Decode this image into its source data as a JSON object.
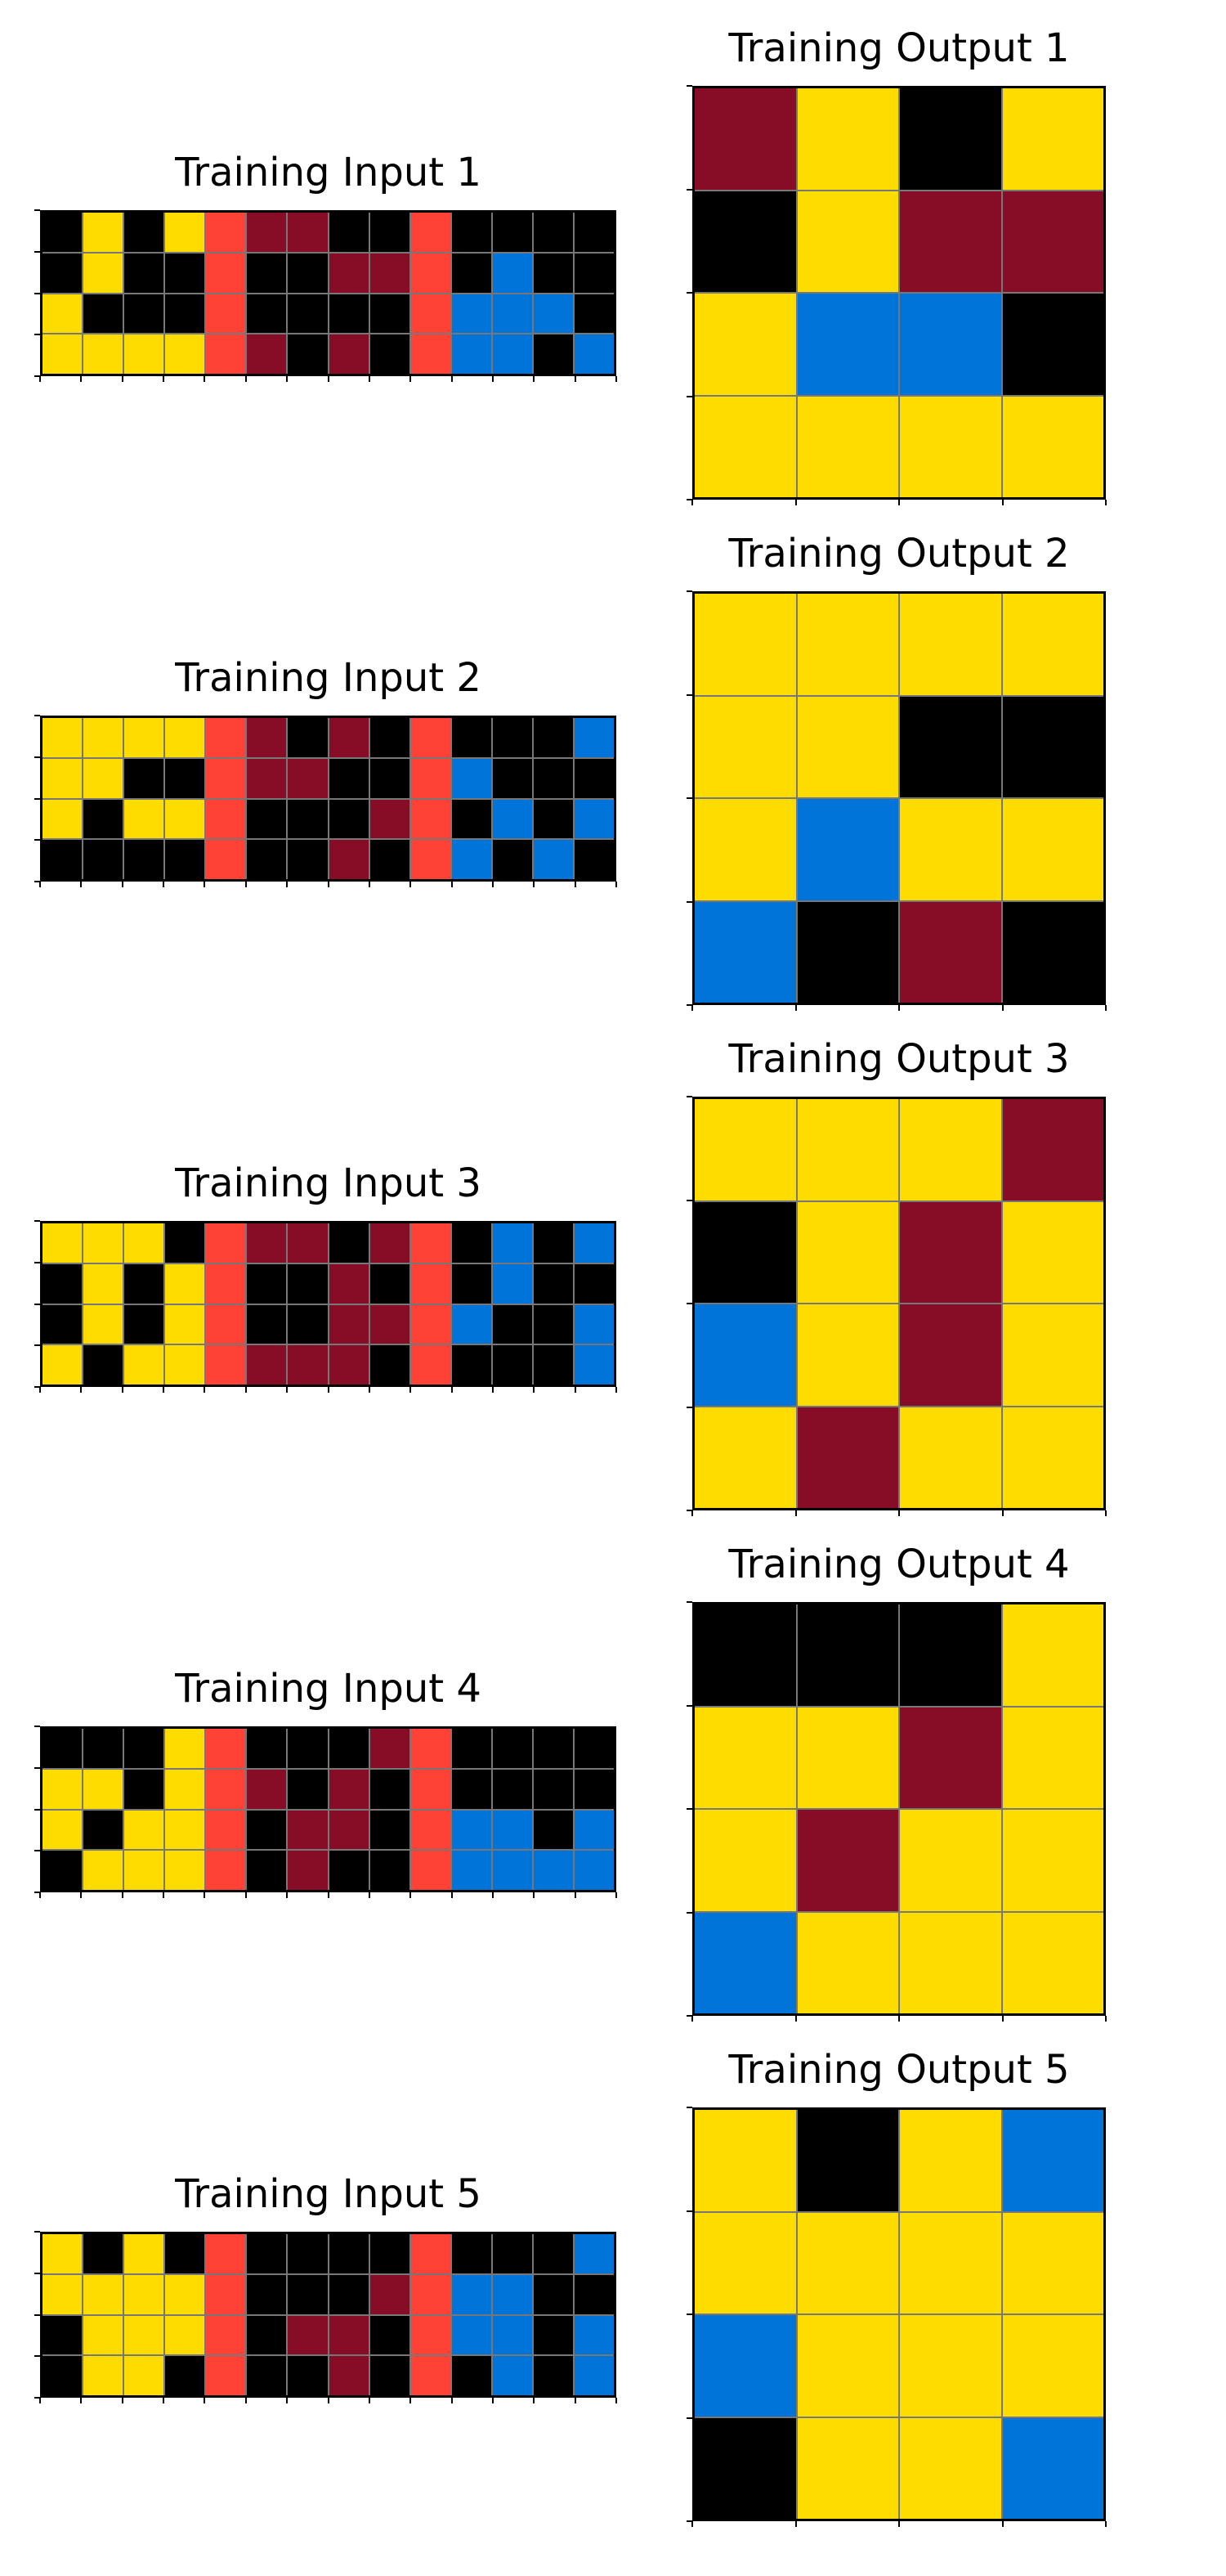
{
  "palette": {
    "0": "#000000",
    "1": "#0074D9",
    "2": "#FF4136",
    "4": "#FFDC00",
    "9": "#870C25"
  },
  "pairs": [
    {
      "input": {
        "title": "Training Input 1",
        "grid": [
          [
            0,
            4,
            0,
            4,
            2,
            9,
            9,
            0,
            0,
            2,
            0,
            0,
            0,
            0
          ],
          [
            0,
            4,
            0,
            0,
            2,
            0,
            0,
            9,
            9,
            2,
            0,
            1,
            0,
            0
          ],
          [
            4,
            0,
            0,
            0,
            2,
            0,
            0,
            0,
            0,
            2,
            1,
            1,
            1,
            0
          ],
          [
            4,
            4,
            4,
            4,
            2,
            9,
            0,
            9,
            0,
            2,
            1,
            1,
            0,
            1
          ]
        ]
      },
      "output": {
        "title": "Training Output 1",
        "grid": [
          [
            9,
            4,
            0,
            4
          ],
          [
            0,
            4,
            9,
            9
          ],
          [
            4,
            1,
            1,
            0
          ],
          [
            4,
            4,
            4,
            4
          ]
        ]
      }
    },
    {
      "input": {
        "title": "Training Input 2",
        "grid": [
          [
            4,
            4,
            4,
            4,
            2,
            9,
            0,
            9,
            0,
            2,
            0,
            0,
            0,
            1
          ],
          [
            4,
            4,
            0,
            0,
            2,
            9,
            9,
            0,
            0,
            2,
            1,
            0,
            0,
            0
          ],
          [
            4,
            0,
            4,
            4,
            2,
            0,
            0,
            0,
            9,
            2,
            0,
            1,
            0,
            1
          ],
          [
            0,
            0,
            0,
            0,
            2,
            0,
            0,
            9,
            0,
            2,
            1,
            0,
            1,
            0
          ]
        ]
      },
      "output": {
        "title": "Training Output 2",
        "grid": [
          [
            4,
            4,
            4,
            4
          ],
          [
            4,
            4,
            0,
            0
          ],
          [
            4,
            1,
            4,
            4
          ],
          [
            1,
            0,
            9,
            0
          ]
        ]
      }
    },
    {
      "input": {
        "title": "Training Input 3",
        "grid": [
          [
            4,
            4,
            4,
            0,
            2,
            9,
            9,
            0,
            9,
            2,
            0,
            1,
            0,
            1
          ],
          [
            0,
            4,
            0,
            4,
            2,
            0,
            0,
            9,
            0,
            2,
            0,
            1,
            0,
            0
          ],
          [
            0,
            4,
            0,
            4,
            2,
            0,
            0,
            9,
            9,
            2,
            1,
            0,
            0,
            1
          ],
          [
            4,
            0,
            4,
            4,
            2,
            9,
            9,
            9,
            0,
            2,
            0,
            0,
            0,
            1
          ]
        ]
      },
      "output": {
        "title": "Training Output 3",
        "grid": [
          [
            4,
            4,
            4,
            9
          ],
          [
            0,
            4,
            9,
            4
          ],
          [
            1,
            4,
            9,
            4
          ],
          [
            4,
            9,
            4,
            4
          ]
        ]
      }
    },
    {
      "input": {
        "title": "Training Input 4",
        "grid": [
          [
            0,
            0,
            0,
            4,
            2,
            0,
            0,
            0,
            9,
            2,
            0,
            0,
            0,
            0
          ],
          [
            4,
            4,
            0,
            4,
            2,
            9,
            0,
            9,
            0,
            2,
            0,
            0,
            0,
            0
          ],
          [
            4,
            0,
            4,
            4,
            2,
            0,
            9,
            9,
            0,
            2,
            1,
            1,
            0,
            1
          ],
          [
            0,
            4,
            4,
            4,
            2,
            0,
            9,
            0,
            0,
            2,
            1,
            1,
            1,
            1
          ]
        ]
      },
      "output": {
        "title": "Training Output 4",
        "grid": [
          [
            0,
            0,
            0,
            4
          ],
          [
            4,
            4,
            9,
            4
          ],
          [
            4,
            9,
            4,
            4
          ],
          [
            1,
            4,
            4,
            4
          ]
        ]
      }
    },
    {
      "input": {
        "title": "Training Input 5",
        "grid": [
          [
            4,
            0,
            4,
            0,
            2,
            0,
            0,
            0,
            0,
            2,
            0,
            0,
            0,
            1
          ],
          [
            4,
            4,
            4,
            4,
            2,
            0,
            0,
            0,
            9,
            2,
            1,
            1,
            0,
            0
          ],
          [
            0,
            4,
            4,
            4,
            2,
            0,
            9,
            9,
            0,
            2,
            1,
            1,
            0,
            1
          ],
          [
            0,
            4,
            4,
            0,
            2,
            0,
            0,
            9,
            0,
            2,
            0,
            1,
            0,
            1
          ]
        ]
      },
      "output": {
        "title": "Training Output 5",
        "grid": [
          [
            4,
            0,
            4,
            1
          ],
          [
            4,
            4,
            4,
            4
          ],
          [
            1,
            4,
            4,
            4
          ],
          [
            0,
            4,
            4,
            1
          ]
        ]
      }
    }
  ]
}
